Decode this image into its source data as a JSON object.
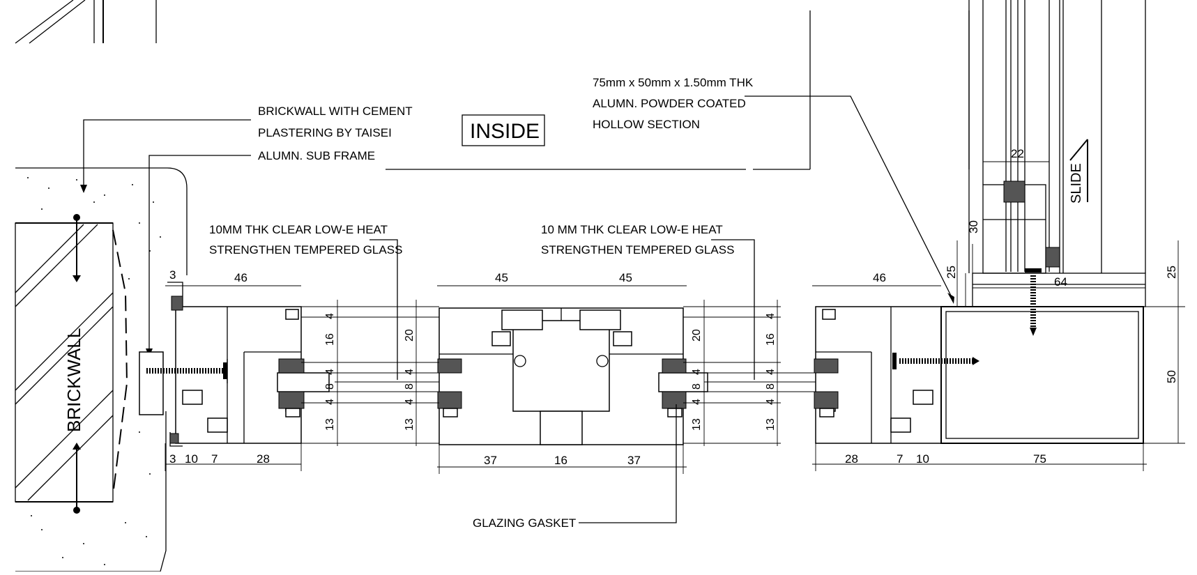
{
  "labels": {
    "brickwall_note_1": "BRICKWALL WITH CEMENT",
    "brickwall_note_2": "PLASTERING BY TAISEI",
    "subframe_note": "ALUMN. SUB FRAME",
    "inside": "INSIDE",
    "hollow_note_1": "75mm x 50mm x 1.50mm THK",
    "hollow_note_2": "ALUMN. POWDER COATED",
    "hollow_note_3": "HOLLOW SECTION",
    "glass_left_1": "10MM THK CLEAR LOW-E HEAT",
    "glass_left_2": "STRENGTHEN TEMPERED GLASS",
    "glass_right_1": "10 MM THK CLEAR LOW-E HEAT",
    "glass_right_2": "STRENGTHEN TEMPERED GLASS",
    "glazing_gasket": "GLAZING GASKET",
    "brickwall": "BRICKWALL",
    "slide": "SLIDE"
  },
  "dimensions": {
    "top_left_3": "3",
    "top_left_46": "46",
    "top_mid_45_a": "45",
    "top_mid_45_b": "45",
    "top_right_46": "46",
    "top_far_22": "22",
    "top_far_64": "64",
    "v_30": "30",
    "v_25_a": "25",
    "v_25_b": "25",
    "v_50": "50",
    "bot_3": "3",
    "bot_10_a": "10",
    "bot_7_a": "7",
    "bot_28_a": "28",
    "bot_37_a": "37",
    "bot_16": "16",
    "bot_37_b": "37",
    "bot_28_b": "28",
    "bot_7_b": "7",
    "bot_10_b": "10",
    "bot_75": "75",
    "col1": [
      "4",
      "16",
      "4",
      "8",
      "4",
      "13"
    ],
    "col2": [
      "20",
      "4",
      "8",
      "4",
      "13"
    ],
    "col3": [
      "20",
      "4",
      "8",
      "4",
      "13"
    ],
    "col4": [
      "4",
      "16",
      "4",
      "8",
      "4",
      "13"
    ]
  }
}
